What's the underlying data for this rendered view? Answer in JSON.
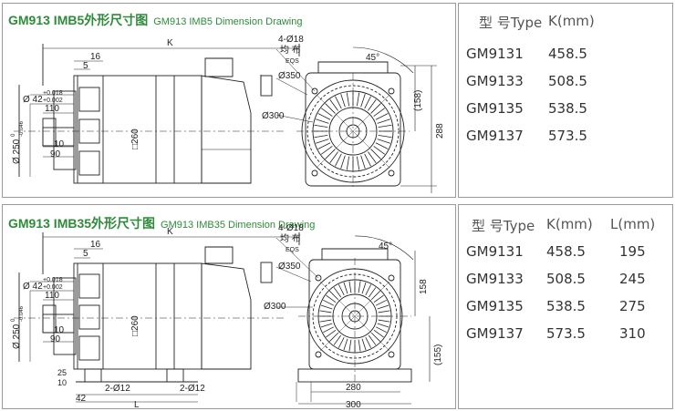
{
  "drawing1": {
    "title": "GM913 IMB5外形尺寸图",
    "title_en": "GM913 IMB5 Dimension Drawing",
    "dims": {
      "K": "K",
      "d16": "16",
      "d5": "5",
      "tol_up": "+0.018",
      "tol_lo": "+0.002",
      "d42": "Ø 42",
      "d110": "110",
      "d10": "10",
      "d90": "90",
      "d250": "Ø 250",
      "d250_tol_up": "0",
      "d250_tol_lo": "-0.046",
      "sq260": "□260",
      "holes": "4-Ø18",
      "holes_cn": "均 布",
      "eqs": "EQS",
      "d350": "Ø350",
      "d300": "Ø300",
      "a45": "45°",
      "d158": "(158)",
      "d288": "288"
    }
  },
  "drawing2": {
    "title": "GM913 IMB35外形尺寸图",
    "title_en": "GM913 IMB35 Dimension Drawing",
    "dims": {
      "K": "K",
      "d16": "16",
      "d5": "5",
      "tol_up": "+0.018",
      "tol_lo": "+0.002",
      "d42": "Ø 42",
      "d110": "110",
      "d10": "10",
      "d90": "90",
      "d250": "Ø 250",
      "d250_tol_up": "0",
      "d250_tol_lo": "-0.046",
      "sq260": "□260",
      "holes": "4-Ø18",
      "holes_cn": "均 布",
      "eqs": "EQS",
      "d350": "Ø350",
      "d300": "Ø300",
      "a45": "45°",
      "d158": "158",
      "d155": "(155)",
      "d25": "25",
      "d10b": "10",
      "foot1": "2-Ø12",
      "foot2": "2-Ø12",
      "d42b": "42",
      "L": "L",
      "d280": "280",
      "d300b": "300"
    }
  },
  "table1": {
    "headers": [
      "型 号Type",
      "K(mm)"
    ],
    "rows": [
      [
        "GM9131",
        "458.5"
      ],
      [
        "GM9133",
        "508.5"
      ],
      [
        "GM9135",
        "538.5"
      ],
      [
        "GM9137",
        "573.5"
      ]
    ]
  },
  "table2": {
    "headers": [
      "型 号Type",
      "K(mm)",
      "L(mm)"
    ],
    "rows": [
      [
        "GM9131",
        "458.5",
        "195"
      ],
      [
        "GM9133",
        "508.5",
        "245"
      ],
      [
        "GM9135",
        "538.5",
        "275"
      ],
      [
        "GM9137",
        "573.5",
        "310"
      ]
    ]
  }
}
